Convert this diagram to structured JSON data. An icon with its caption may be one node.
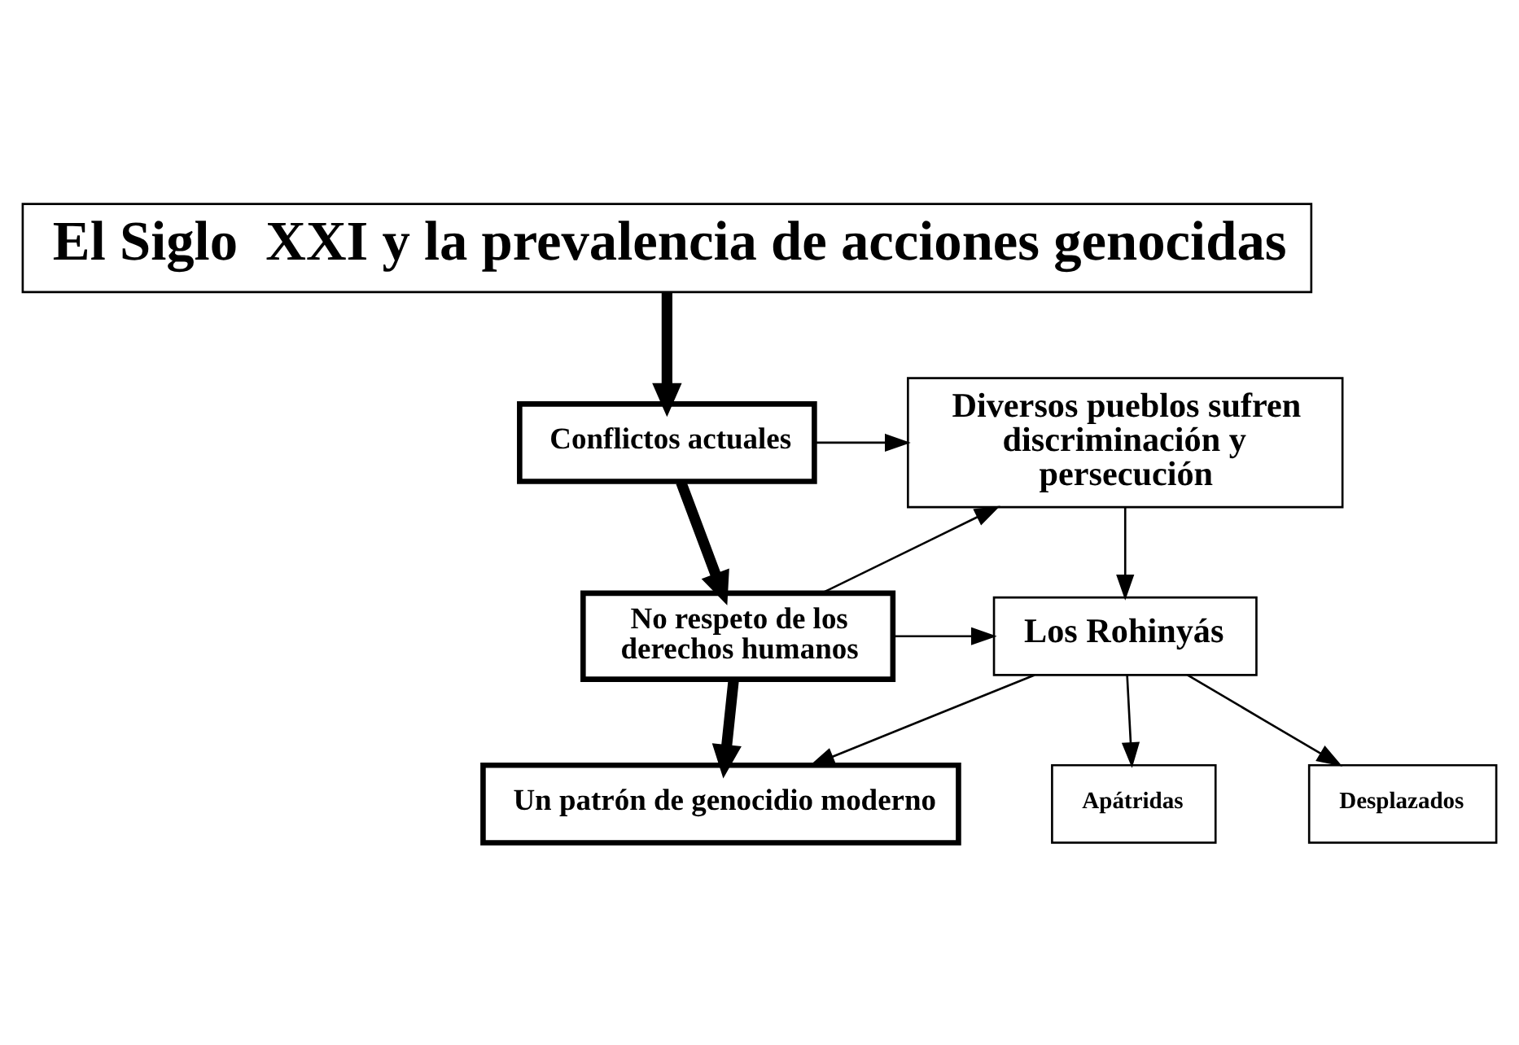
{
  "diagram": {
    "nodes": [
      {
        "text": [
          "El Siglo  XXI y la prevalencia de acciones genocidas"
        ]
      },
      {
        "text": [
          "Conflictos actuales"
        ]
      },
      {
        "text": [
          "Diversos pueblos sufren discriminación y persecución"
        ]
      },
      {
        "text": [
          "No respeto de los derechos humanos"
        ]
      },
      {
        "text": [
          "Los Rohinyás"
        ]
      },
      {
        "text": [
          "Apátridas"
        ]
      },
      {
        "text": [
          "Desplazados"
        ]
      },
      {
        "text": [
          "Un patrón de genocidio moderno"
        ]
      }
    ],
    "edges": [
      {
        "from": 0,
        "to": 1,
        "arrow": "to",
        "style": "thick"
      },
      {
        "from": 1,
        "to": 2,
        "arrow": "to"
      },
      {
        "from": 1,
        "to": 3,
        "arrow": "to",
        "style": "thick"
      },
      {
        "from": 3,
        "to": 2,
        "arrow": "to"
      },
      {
        "from": 3,
        "to": 4,
        "arrow": "to"
      },
      {
        "from": 2,
        "to": 4,
        "arrow": "to"
      },
      {
        "from": 4,
        "to": 5,
        "arrow": "to"
      },
      {
        "from": 4,
        "to": 6,
        "arrow": "to"
      },
      {
        "from": 4,
        "to": 7,
        "arrow": "to"
      },
      {
        "from": 3,
        "to": 7,
        "arrow": "to",
        "style": "thick"
      }
    ]
  }
}
